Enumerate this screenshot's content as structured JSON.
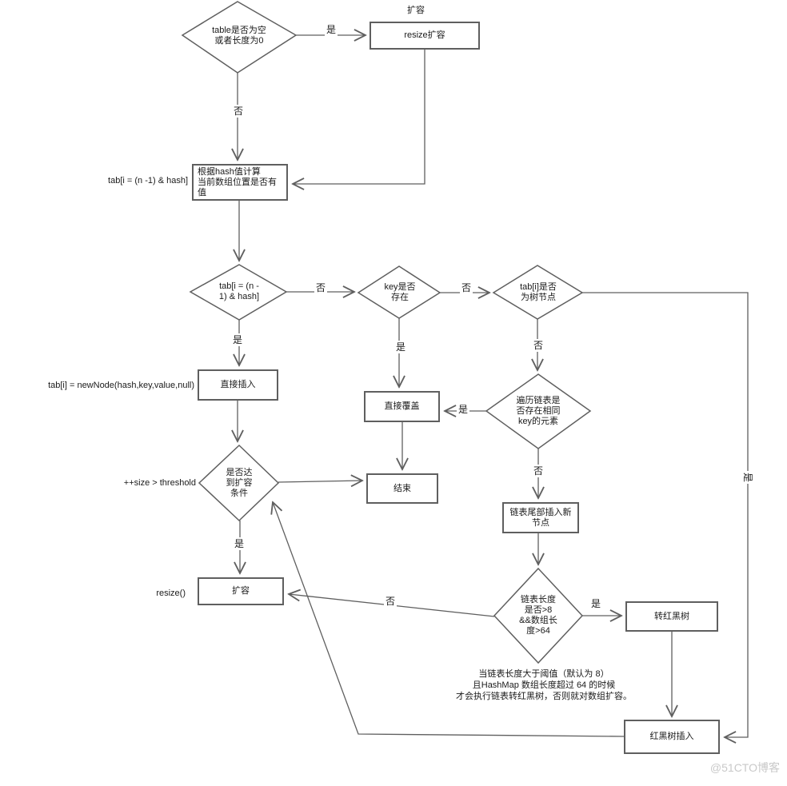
{
  "colors": {
    "line": "#5f5f5f",
    "text": "#1a1a1a",
    "watermark": "#c9c9c9",
    "background": "#ffffff"
  },
  "nodes": {
    "check_table_empty": "table是否为空\n或者长度为0",
    "resize_caption": "扩容",
    "resize_expand": "resize扩容",
    "calc_index": "根据hash值计算\n当前数组位置是否有值",
    "calc_index_note": "tab[i = (n -1) & hash]",
    "check_slot_value": "tab[i = (n -\n1) & hash]",
    "check_key_exists": "key是否\n存在",
    "check_tree_node": "tab[i]是否\n为树节点",
    "direct_insert": "直接插入",
    "direct_insert_note": "tab[i] = newNode(hash,key,value,null)",
    "direct_overwrite": "直接覆盖",
    "traverse_list": "遍历链表是\n否存在相同\nkey的元素",
    "check_resize_condition": "是否达\n到扩容\n条件",
    "check_resize_note": "++size > threshold",
    "end": "结束",
    "tail_insert": "链表尾部插入新\n节点",
    "check_list_length": "链表长度\n是否>8\n&&数组长\n度>64",
    "treeify": "转红黑树",
    "resize_again": "扩容",
    "resize_again_note": "resize()",
    "rb_insert": "红黑树插入"
  },
  "edge_labels": {
    "table_empty_yes": "是",
    "table_empty_no": "否",
    "slot_no": "否",
    "slot_yes": "是",
    "key_yes": "是",
    "key_no": "否",
    "tree_no": "否",
    "tree_yes": "是",
    "traverse_yes": "是",
    "traverse_no": "否",
    "resize_cond_yes": "是",
    "list_len_yes": "是",
    "list_len_no": "否"
  },
  "annotation": "当链表长度大于阈值（默认为 8）\n且HashMap 数组长度超过 64 的时候\n才会执行链表转红黑树，否则就对数组扩容。",
  "watermark": "@51CTO博客"
}
